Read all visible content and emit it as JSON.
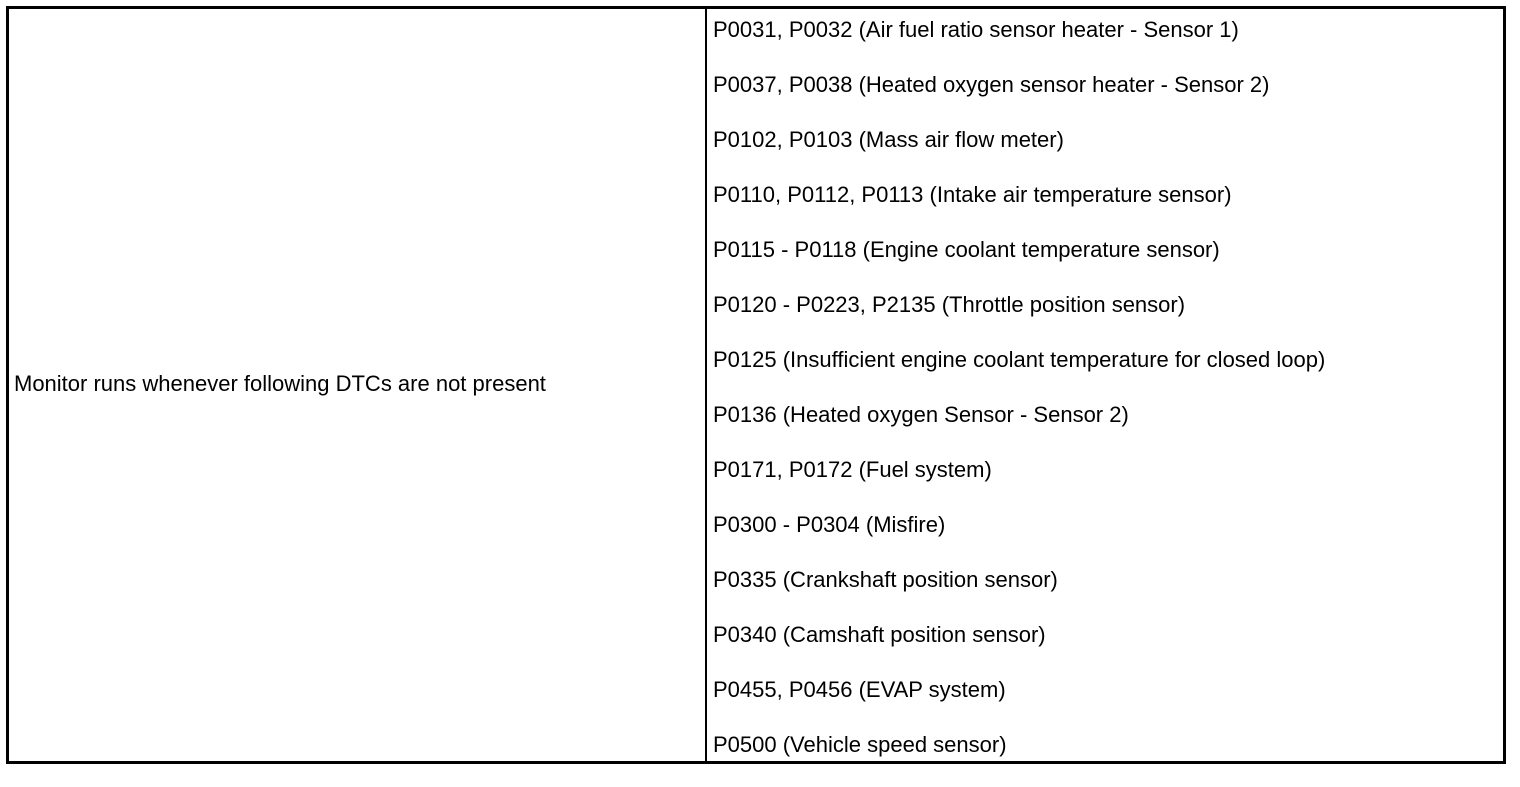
{
  "table": {
    "condition": "Monitor runs whenever following DTCs are not present",
    "dtcs": [
      "P0031, P0032 (Air fuel ratio sensor heater - Sensor 1)",
      "P0037, P0038 (Heated oxygen sensor heater - Sensor 2)",
      "P0102, P0103 (Mass air flow meter)",
      "P0110, P0112, P0113 (Intake air temperature sensor)",
      "P0115 - P0118 (Engine coolant temperature sensor)",
      "P0120 - P0223, P2135 (Throttle position sensor)",
      "P0125 (Insufficient engine coolant temperature for closed loop)",
      "P0136 (Heated oxygen Sensor - Sensor 2)",
      "P0171, P0172 (Fuel system)",
      "P0300 - P0304 (Misfire)",
      "P0335 (Crankshaft position sensor)",
      "P0340 (Camshaft position sensor)",
      "P0455, P0456 (EVAP system)",
      "P0500 (Vehicle speed sensor)"
    ]
  }
}
